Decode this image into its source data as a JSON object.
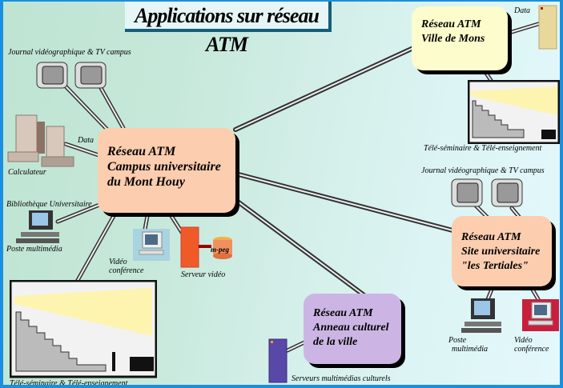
{
  "title": "Applications sur réseau ATM",
  "colors": {
    "campus": "#fccdae",
    "mons": "#fcfccc",
    "tertiales": "#fcceaf",
    "anneau": "#ccb5e4",
    "frame": "#1a8fe0"
  },
  "nodes": {
    "campus": {
      "line1": "Réseau ATM",
      "line2": "Campus universitaire",
      "line3": "du Mont Houy"
    },
    "mons": {
      "line1": "Réseau ATM",
      "line2": "Ville de Mons"
    },
    "tertiales": {
      "line1": "Réseau ATM",
      "line2": "Site universitaire",
      "line3": "\"les Tertiales\""
    },
    "anneau": {
      "line1": "Réseau ATM",
      "line2": "Anneau culturel",
      "line3": "de la ville"
    }
  },
  "labels": {
    "journal_left": "Journal vidéographique & TV campus",
    "data_left": "Data",
    "calculateur": "Calculateur",
    "bibliotheque": "Bibliothèque Universitaire",
    "poste_left": "Poste multimédia",
    "video_conf_left_1": "Vidéo",
    "video_conf_left_2": "conférence",
    "mpeg": "m-peg",
    "serveur_video": "Serveur vidéo",
    "teleseminaire_left": "Télé-séminaire & Télé-enseignement",
    "data_right": "Data",
    "teleseminaire_right": "Télé-séminaire & Télé-enseignement",
    "journal_right": "Journal vidéographique & TV campus",
    "poste_right_1": "Poste",
    "poste_right_2": "multimédia",
    "video_conf_right_1": "Vidéo",
    "video_conf_right_2": "conférence",
    "serveurs_culturels": "Serveurs multimédias culturels"
  }
}
